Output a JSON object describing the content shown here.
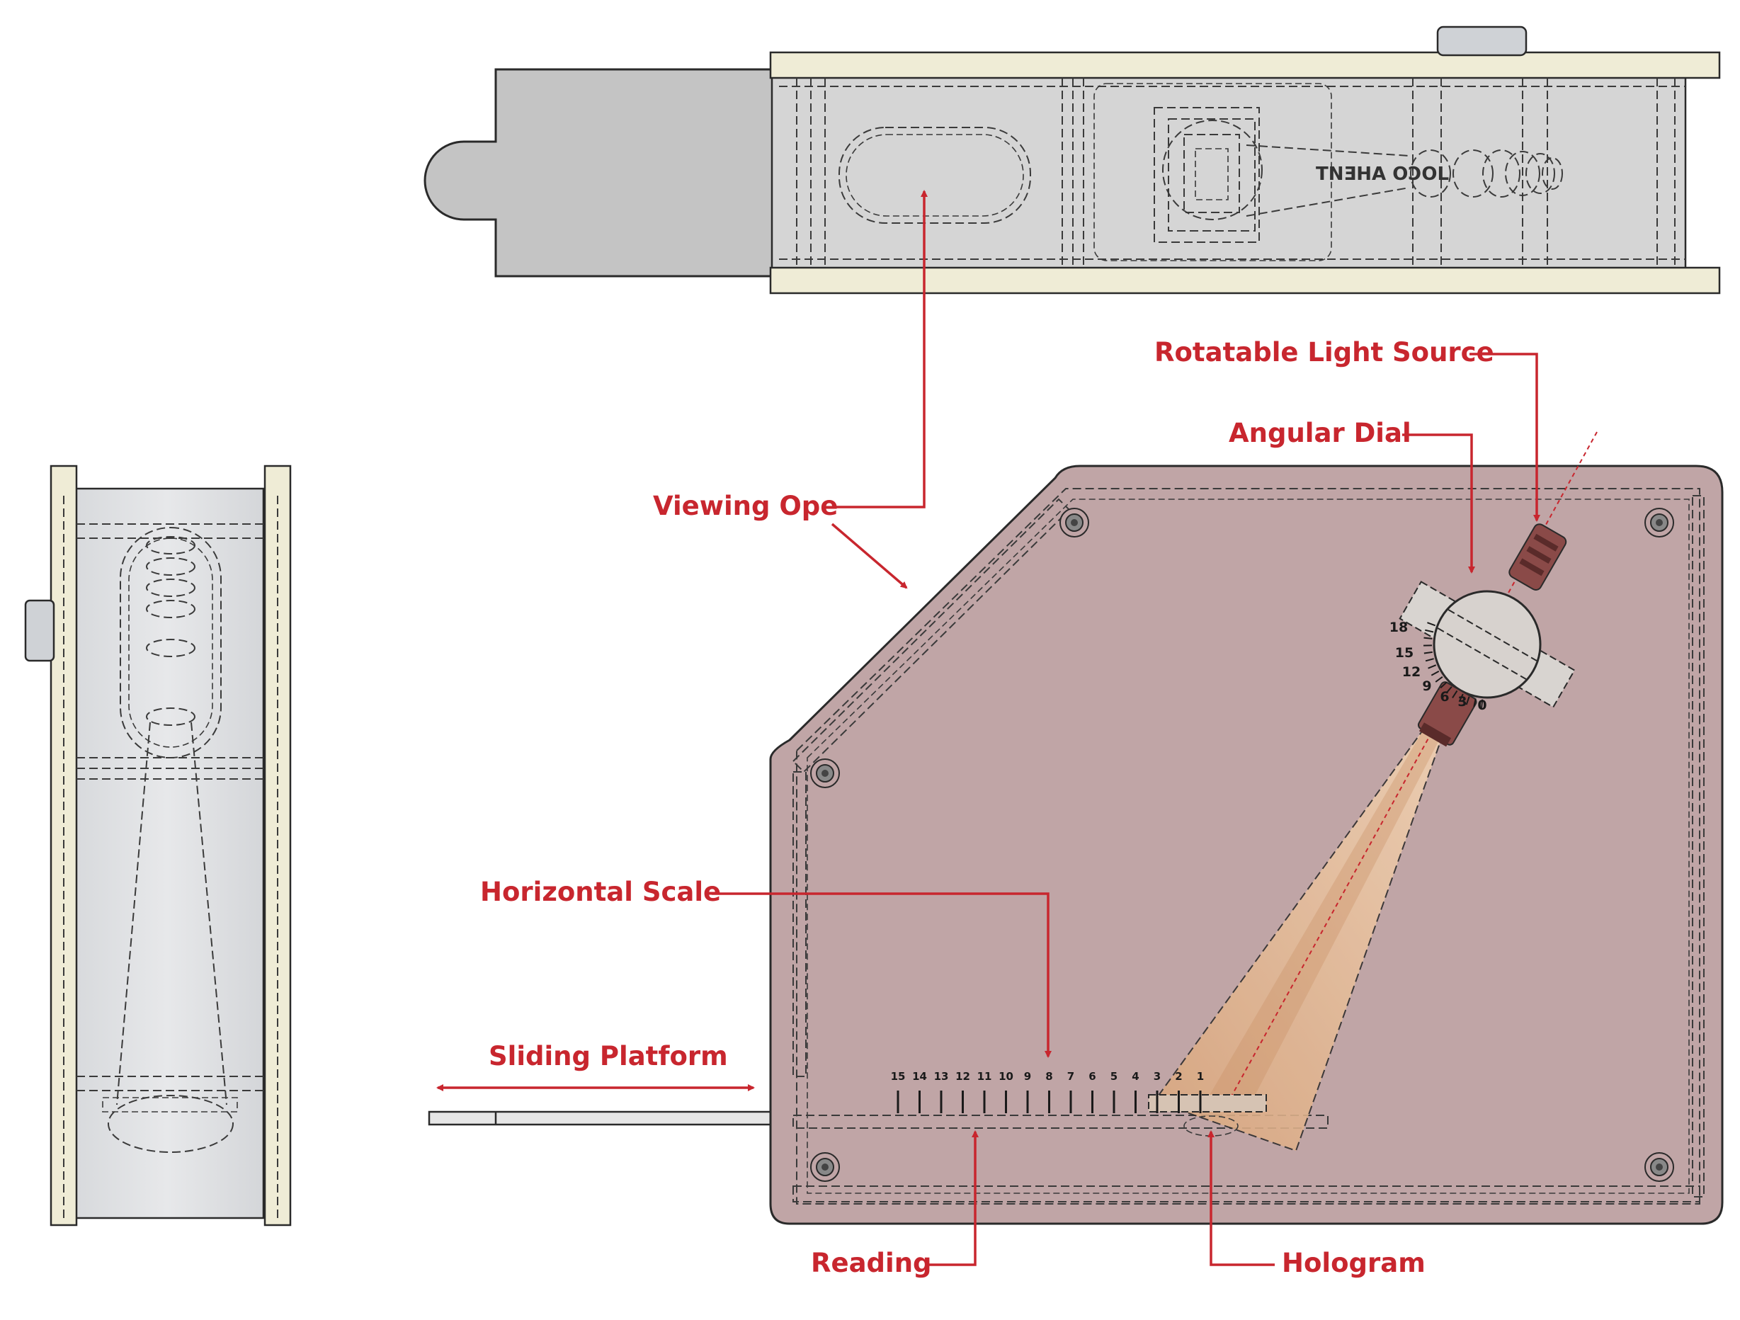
{
  "labels": {
    "viewing_opening": "Viewing Ope",
    "rotatable_light_source": "Rotatable Light Source",
    "angular_dial": "Angular Dial",
    "horizontal_scale": "Horizontal Scale",
    "sliding_platform": "Sliding Platform",
    "reading": "Reading",
    "hologram": "Hologram"
  },
  "top_view": {
    "mirrored_text": "TNƎHA OƆOL"
  },
  "horizontal_scale": {
    "ticks": [
      "15",
      "14",
      "13",
      "12",
      "11",
      "10",
      "9",
      "8",
      "7",
      "6",
      "5",
      "4",
      "3",
      "2",
      "1"
    ]
  },
  "angular_dial": {
    "ticks": [
      "18",
      "15",
      "12",
      "9",
      "6",
      "3",
      "0"
    ]
  },
  "colors": {
    "accent": "#c8262e",
    "housing": "#c0a5a6",
    "body_gray": "#c4c4c4",
    "panel_cream": "#efecd6",
    "light_cone": "#e2b38e"
  }
}
